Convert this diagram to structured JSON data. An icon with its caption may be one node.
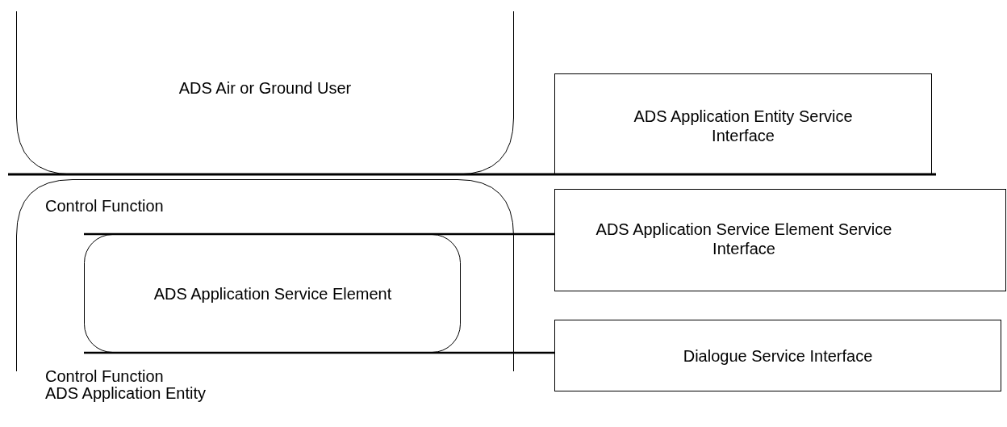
{
  "diagram": {
    "nodes": [
      {
        "text": [
          "ADS Air or Ground User"
        ]
      },
      {
        "text": [
          "ADS Application Entity Service Interface"
        ]
      },
      {
        "text": [
          "Control Function",
          "Control Function",
          "ADS Application Entity"
        ]
      },
      {
        "text": [
          "ADS Application Service Element"
        ],
        "in": 2
      },
      {
        "text": [
          "ADS Application Service Element Service Interface"
        ]
      },
      {
        "text": [
          "Dialogue Service Interface"
        ]
      }
    ],
    "edges": [
      {
        "from": 3,
        "to": 4,
        "arrow": "none"
      },
      {
        "from": 3,
        "to": 5,
        "arrow": "none"
      }
    ]
  }
}
